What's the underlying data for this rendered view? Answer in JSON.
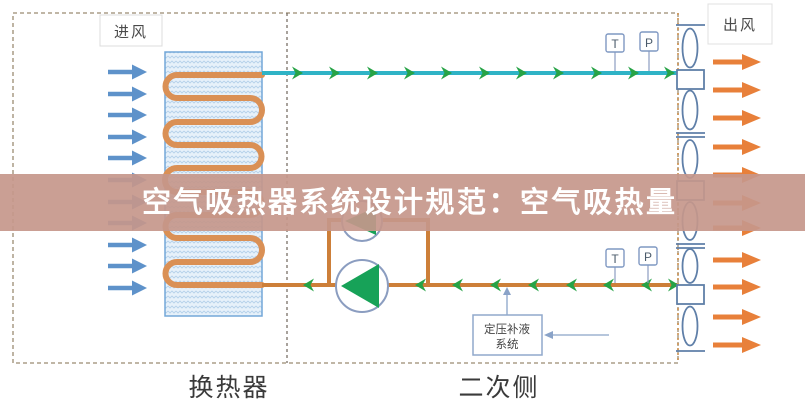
{
  "banner": {
    "title": "空气吸热器系统设计规范：空气吸热量",
    "background": "#c6978b",
    "text_color": "#ffffff"
  },
  "airflow": {
    "inlet_label": "进风",
    "outlet_label": "出风",
    "inlet_arrow_count": 11,
    "outlet_arrow_count": 11,
    "inlet_arrow_color": "#5e92ca",
    "outlet_arrow_color": "#e8803a"
  },
  "pipes": {
    "supply_color": "#2fb3c6",
    "return_color": "#cd7f39",
    "flow_arrow_color": "#27a346",
    "coil_color": "#da9055"
  },
  "sections": {
    "left_bottom_label": "换热器",
    "right_bottom_label": "二次侧"
  },
  "equipment": {
    "makeup_system": {
      "line1": "定压补液",
      "line2": "系统"
    },
    "pump_count": 2,
    "fan_count": 3,
    "pump_triangle_color": "#17a258"
  },
  "sensors": {
    "supply": [
      "T",
      "P"
    ],
    "return": [
      "T",
      "P"
    ]
  }
}
